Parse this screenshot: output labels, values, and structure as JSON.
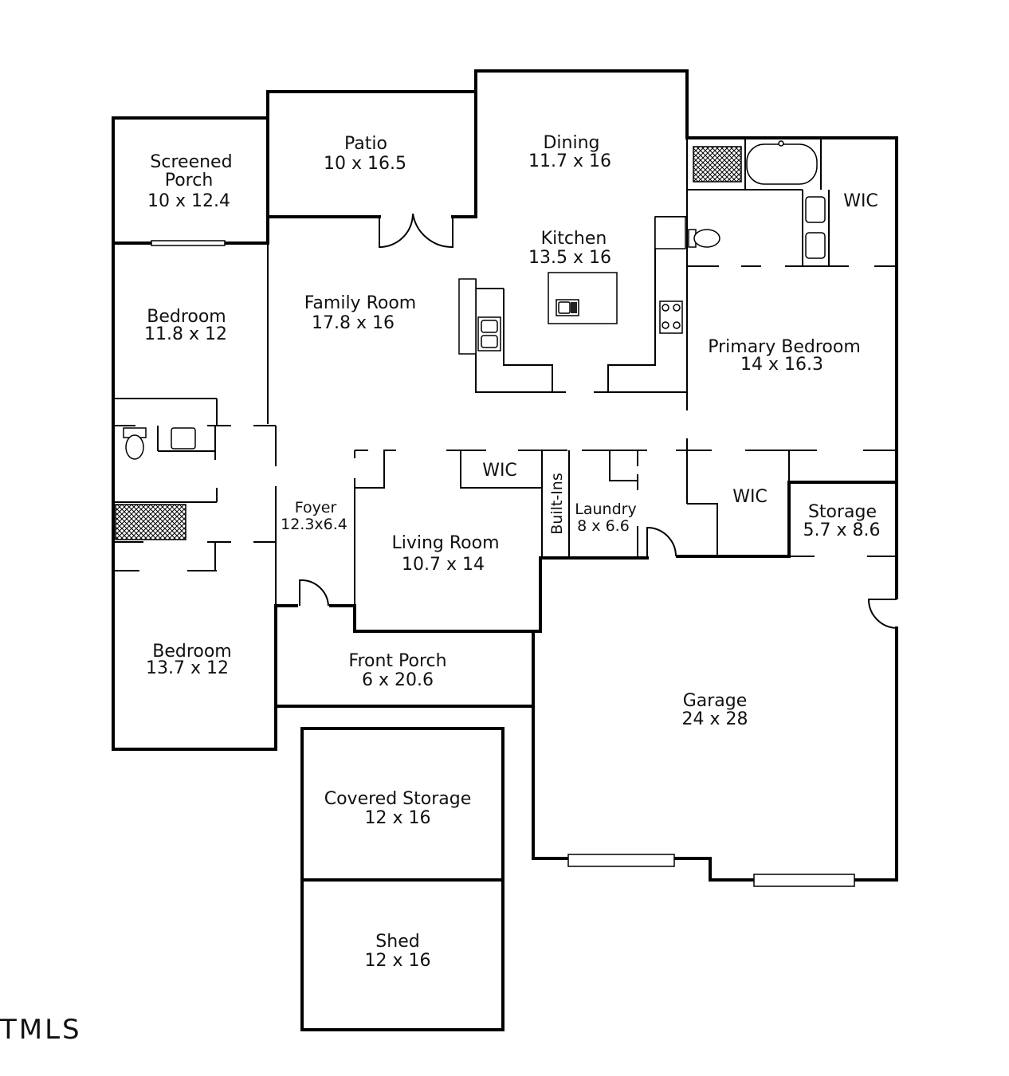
{
  "rooms": {
    "screened_porch": {
      "name_line1": "Screened",
      "name_line2": "Porch",
      "dims": "10 x 12.4"
    },
    "patio": {
      "name": "Patio",
      "dims": "10 x 16.5"
    },
    "dining": {
      "name": "Dining",
      "dims": "11.7 x 16"
    },
    "kitchen": {
      "name": "Kitchen",
      "dims": "13.5 x 16"
    },
    "wic_primary": {
      "name": "WIC"
    },
    "bedroom_1": {
      "name": "Bedroom",
      "dims": "11.8 x 12"
    },
    "family_room": {
      "name": "Family Room",
      "dims": "17.8 x 16"
    },
    "primary_bedroom": {
      "name": "Primary Bedroom",
      "dims": "14 x 16.3"
    },
    "wic_living": {
      "name": "WIC"
    },
    "built_ins": {
      "name": "Built-Ins"
    },
    "laundry": {
      "name": "Laundry",
      "dims": "8 x 6.6"
    },
    "wic_hall": {
      "name": "WIC"
    },
    "storage": {
      "name": "Storage",
      "dims": "5.7 x 8.6"
    },
    "foyer": {
      "name": "Foyer",
      "dims": "12.3x6.4"
    },
    "living_room": {
      "name": "Living Room",
      "dims": "10.7 x 14"
    },
    "bedroom_2": {
      "name": "Bedroom",
      "dims": "13.7 x 12"
    },
    "front_porch": {
      "name": "Front Porch",
      "dims": "6 x 20.6"
    },
    "garage": {
      "name": "Garage",
      "dims": "24 x 28"
    },
    "covered_storage": {
      "name": "Covered Storage",
      "dims": "12 x 16"
    },
    "shed": {
      "name": "Shed",
      "dims": "12 x 16"
    }
  },
  "watermark": {
    "text": "TMLS"
  }
}
